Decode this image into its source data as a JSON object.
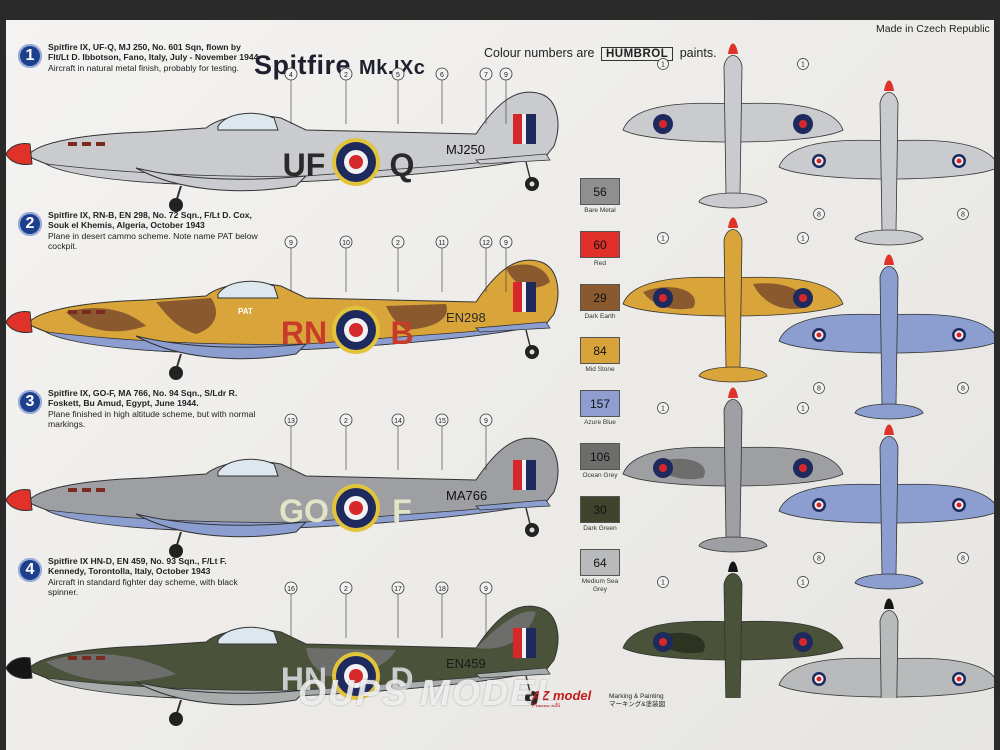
{
  "sheet": {
    "title_main": "Spitfire",
    "title_variant": "Mk.IXc",
    "colour_prefix": "Colour numbers are",
    "colour_brand": "HUMBROL",
    "colour_suffix": "paints.",
    "origin": "Made in Czech Republic"
  },
  "schemes": [
    {
      "number": "1",
      "heading": "Spitfire IX, UF-Q, MJ 250, No. 601 Sqn, flown by Flt/Lt D. Ibbotson, Fano, Italy, July - November 1944",
      "note": "Aircraft in natural metal finish, probably for testing.",
      "code_left": "UF",
      "code_right": "Q",
      "serial": "MJ250",
      "callouts": [
        "4",
        "2",
        "5",
        "6",
        "7",
        "9"
      ],
      "colors": {
        "body": "#c9cbcf",
        "under": "#c9cbcf",
        "code": "#2a2a2a"
      }
    },
    {
      "number": "2",
      "heading": "Spitfire IX, RN-B, EN 298, No. 72 Sqn., F/Lt D. Cox, Souk el Khemis, Algeria, October 1943",
      "note": "Plane in desert cammo scheme. Note name PAT below cockpit.",
      "code_left": "RN",
      "code_right": "B",
      "serial": "EN298",
      "name_art": "PAT",
      "callouts": [
        "9",
        "10",
        "2",
        "11",
        "12",
        "9"
      ],
      "colors": {
        "body": "#d9a53a",
        "under": "#8c9ed0",
        "code": "#c83a2a"
      }
    },
    {
      "number": "3",
      "heading": "Spitfire IX, GO-F, MA 766, No. 94 Sqn., S/Ldr R. Foskett, Bu Amud, Egypt, June 1944.",
      "note": "Plane finished in high altitude scheme, but with normal markings.",
      "code_left": "GO",
      "code_right": "F",
      "serial": "MA766",
      "callouts": [
        "13",
        "2",
        "14",
        "15",
        "9"
      ],
      "colors": {
        "body": "#9d9fa3",
        "under": "#8c9ed0",
        "code": "#e2e4c8"
      }
    },
    {
      "number": "4",
      "heading": "Spitfire IX HN-D, EN 459, No. 93 Sqn., F/Lt F. Kennedy, Torontolla, Italy, October 1943",
      "note": "Aircraft in standard fighter day scheme, with black spinner.",
      "code_left": "HN",
      "code_right": "D",
      "serial": "EN459",
      "callouts": [
        "16",
        "2",
        "17",
        "18",
        "9"
      ],
      "colors": {
        "body": "#4a5239",
        "under": "#a9acad",
        "code": "#c9cbcd"
      }
    }
  ],
  "paints": [
    {
      "code": "56",
      "name": "Bare Metal",
      "color": "#8f8f8f"
    },
    {
      "code": "60",
      "name": "Red",
      "color": "#e12f2a"
    },
    {
      "code": "29",
      "name": "Dark Earth",
      "color": "#8a5a2e"
    },
    {
      "code": "84",
      "name": "Mid Stone",
      "color": "#d8a33b"
    },
    {
      "code": "157",
      "name": "Azure Blue",
      "color": "#8e9ed0"
    },
    {
      "code": "106",
      "name": "Ocean Grey",
      "color": "#6d6e6c"
    },
    {
      "code": "30",
      "name": "Dark Green",
      "color": "#3f442c"
    },
    {
      "code": "64",
      "name": "Medium Sea Grey",
      "color": "#b8babb"
    }
  ],
  "plan_labels": {
    "top": "1",
    "bottom": "8"
  },
  "footer": {
    "brand": "AZ model",
    "brand_sub": "Plastic kits",
    "credit_line1": "Marking & Painting",
    "credit_line2": "マーキング&塗装図",
    "watermark": "OUPS MODEL"
  }
}
